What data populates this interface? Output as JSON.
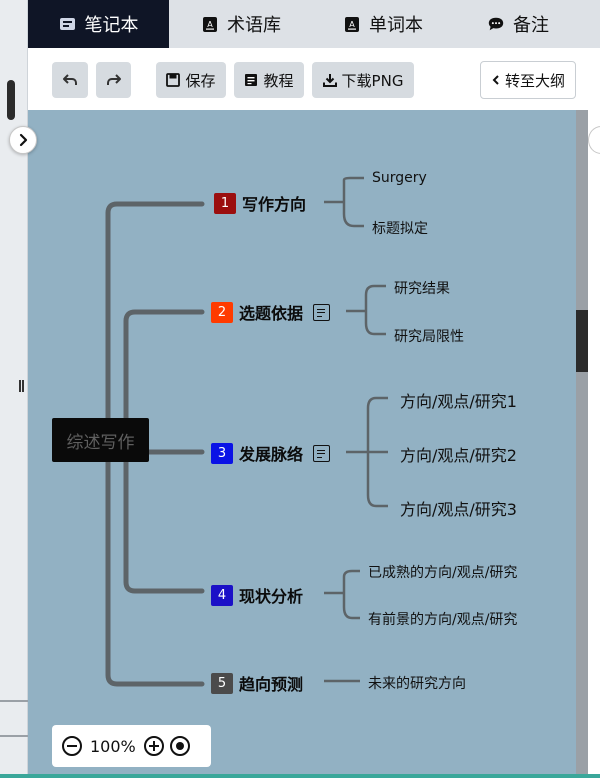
{
  "tabs": [
    {
      "label": "笔记本",
      "icon": "notebook-icon",
      "active": true
    },
    {
      "label": "术语库",
      "icon": "glossary-icon",
      "active": false
    },
    {
      "label": "单词本",
      "icon": "wordbook-icon",
      "active": false
    },
    {
      "label": "备注",
      "icon": "comment-icon",
      "active": false
    }
  ],
  "toolbar": {
    "save_label": "保存",
    "tutorial_label": "教程",
    "download_label": "下载PNG",
    "outline_label": "转至大纲"
  },
  "mindmap": {
    "root": "综述写作",
    "branches": [
      {
        "num": "1",
        "label": "写作方向",
        "color": "#9b0e0e",
        "has_note": false,
        "children": [
          "Surgery",
          "标题拟定"
        ]
      },
      {
        "num": "2",
        "label": "选题依据",
        "color": "#ff3b00",
        "has_note": true,
        "children": [
          "研究结果",
          "研究局限性"
        ]
      },
      {
        "num": "3",
        "label": "发展脉络",
        "color": "#0a12e6",
        "has_note": true,
        "children": [
          "方向/观点/研究1",
          "方向/观点/研究2",
          "方向/观点/研究3"
        ]
      },
      {
        "num": "4",
        "label": "现状分析",
        "color": "#1b10c7",
        "has_note": false,
        "children": [
          "已成熟的方向/观点/研究",
          "有前景的方向/观点/研究"
        ]
      },
      {
        "num": "5",
        "label": "趋向预测",
        "color": "#4b4b4b",
        "has_note": false,
        "children": [
          "未来的研究方向"
        ]
      }
    ]
  },
  "zoom": {
    "level": "100%"
  },
  "colors": {
    "canvas": "#92b1c3",
    "tab_active": "#0f1526",
    "line": "#5d6468"
  }
}
